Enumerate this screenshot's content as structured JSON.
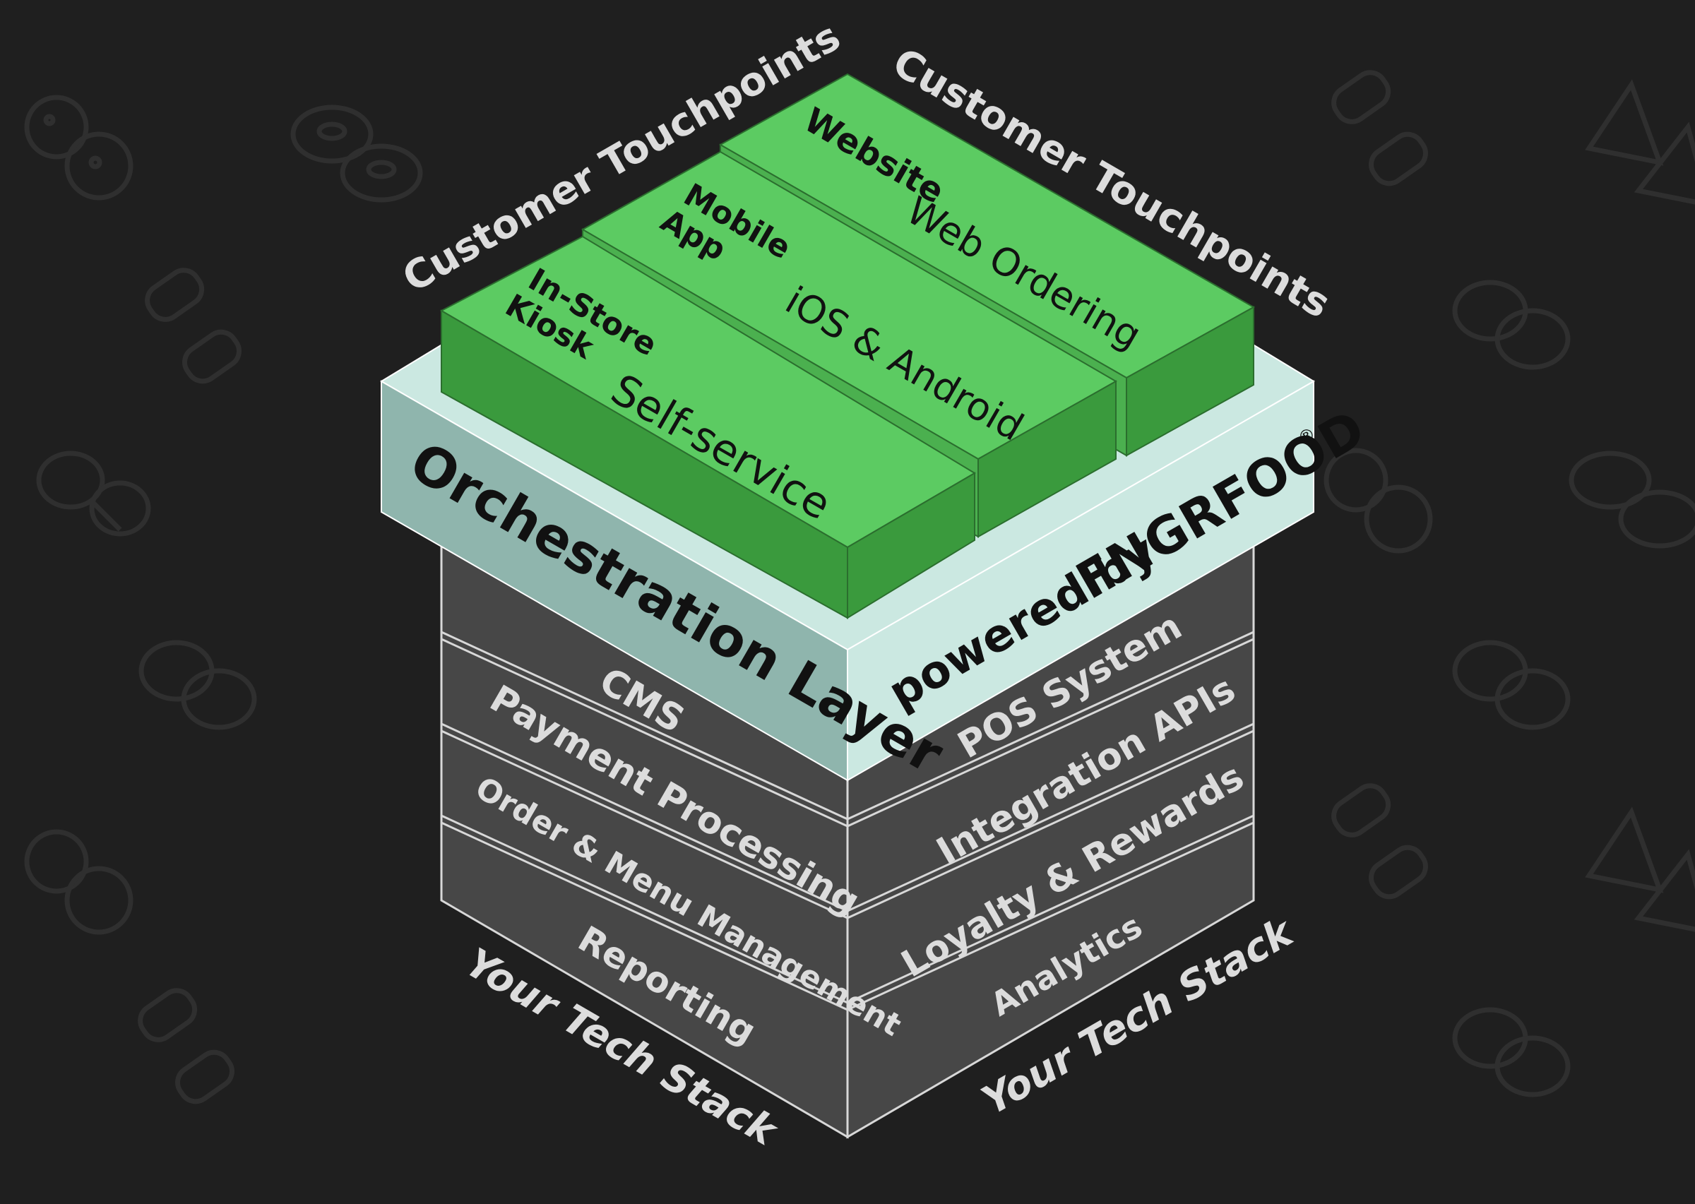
{
  "labels": {
    "touchpoints_left": "Customer Touchpoints",
    "touchpoints_right": "Customer Touchpoints",
    "tech_stack_left": "Your Tech Stack",
    "tech_stack_right": "Your Tech Stack"
  },
  "touchpoints": [
    {
      "title_line1": "In-Store",
      "title_line2": "Kiosk",
      "subtitle": "Self-service"
    },
    {
      "title_line1": "Mobile",
      "title_line2": "App",
      "subtitle": "iOS & Android"
    },
    {
      "title_line1": "Website",
      "title_line2": "",
      "subtitle": "Web Ordering"
    }
  ],
  "orchestration": {
    "title": "Orchestration Layer",
    "powered_by": "powered by",
    "brand": "FNGRFOOD",
    "registered": "®"
  },
  "stack_left": [
    "CMS",
    "Payment Processing",
    "Order & Menu Management",
    "Reporting"
  ],
  "stack_right": [
    "POS System",
    "Integration APIs",
    "Loyalty & Rewards",
    "Analytics"
  ],
  "colors": {
    "background": "#1f1f1f",
    "green_top": "#5ccb62",
    "green_side": "#3a9a3d",
    "teal_top": "#cbe8e1",
    "teal_side": "#8fb5ad",
    "gray_face": "#474747",
    "gray_outline": "#d8d8d8",
    "label_text": "#dcdcdc"
  }
}
